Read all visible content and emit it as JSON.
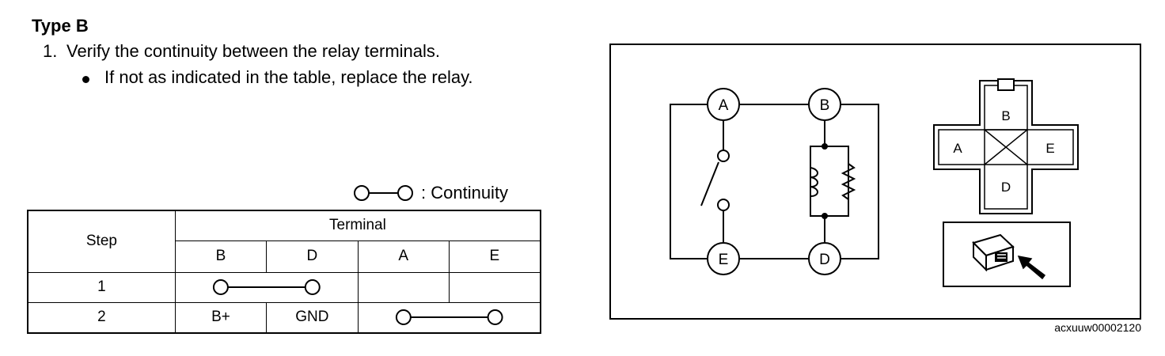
{
  "heading": "Type B",
  "step": {
    "number": "1.",
    "text": "Verify the continuity between the relay terminals."
  },
  "bullet": "If not as indicated in the table, replace the relay.",
  "legend": {
    "label": ": Continuity"
  },
  "table": {
    "step_header": "Step",
    "terminal_header": "Terminal",
    "columns": [
      "B",
      "D",
      "A",
      "E"
    ],
    "rows": [
      {
        "step": "1",
        "continuity": [
          "B",
          "D"
        ],
        "cells": {
          "A": "",
          "E": ""
        }
      },
      {
        "step": "2",
        "continuity": [
          "A",
          "E"
        ],
        "cells": {
          "B": "B+",
          "D": "GND"
        }
      }
    ]
  },
  "figure": {
    "circuit_terminals": [
      "A",
      "B",
      "E",
      "D"
    ],
    "connector_terminals": [
      "B",
      "A",
      "E",
      "D"
    ],
    "image_id": "acxuuw00002120"
  }
}
